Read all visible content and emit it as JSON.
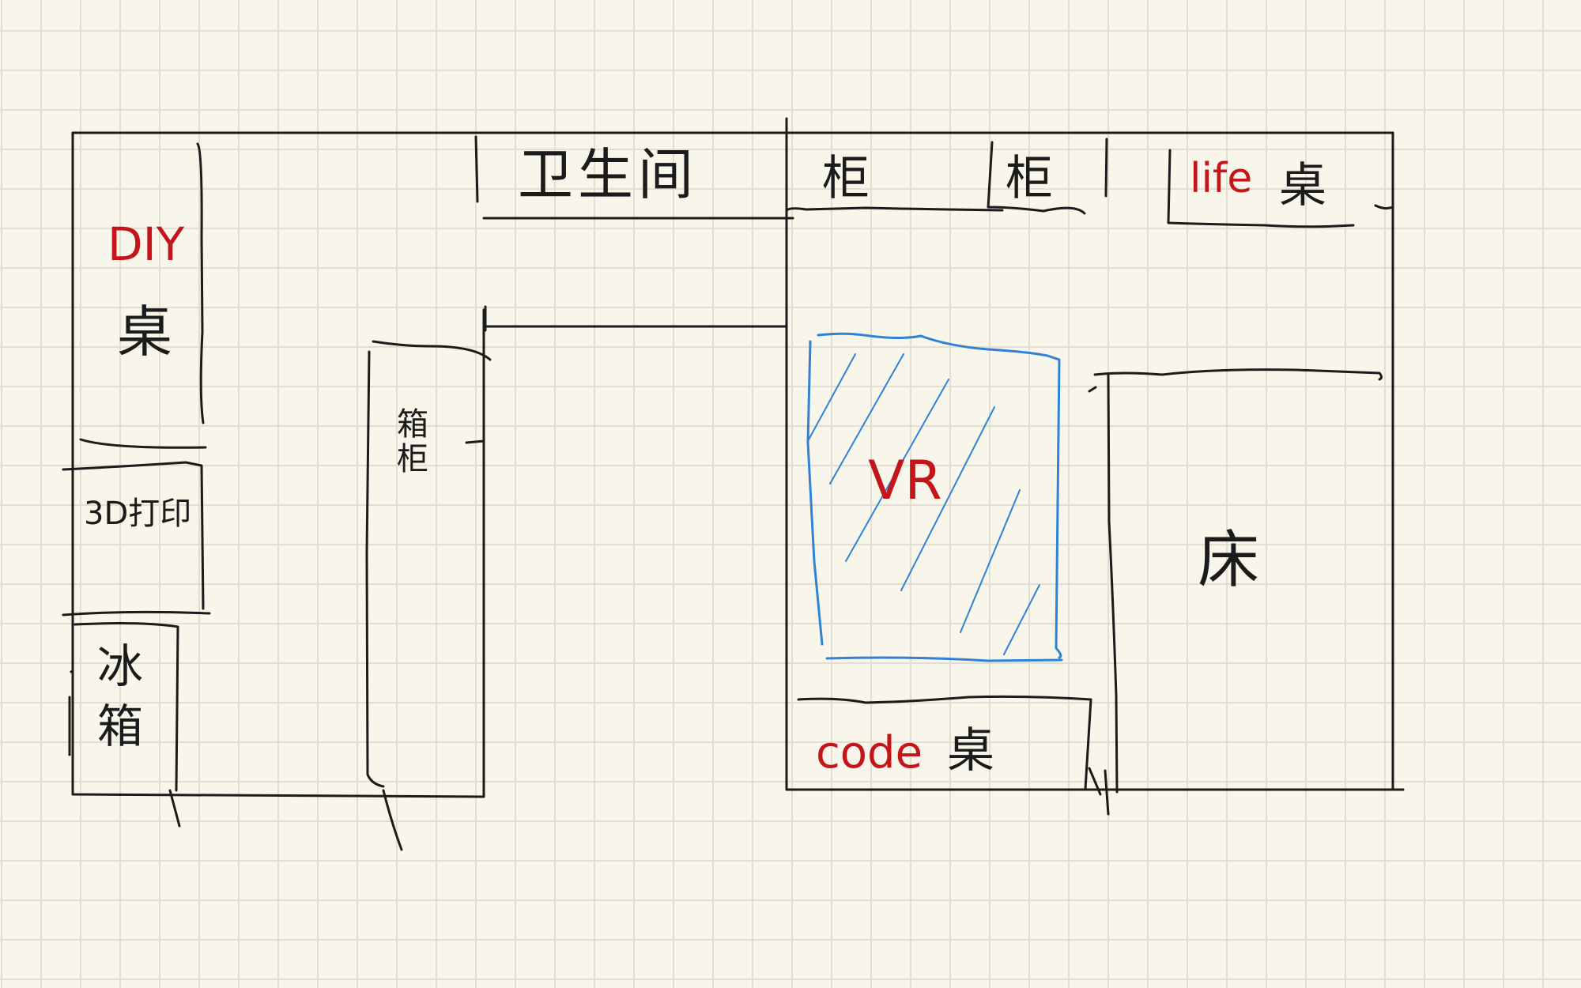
{
  "title": "Room floor plan sketch",
  "colors": {
    "paper": "#f8f5ea",
    "grid": "#e3ded2",
    "ink": "#1b1b1b",
    "accent_red": "#c4151a",
    "vr_blue": "#2f83d6"
  },
  "labels": {
    "diy_desk": {
      "en": "DIY",
      "zh": "桌"
    },
    "printer_3d": "3D打印",
    "fridge": "冰箱",
    "cabinet_tall": "箱柜",
    "bathroom": "卫生间",
    "cabinet_1": "柜",
    "cabinet_2": "柜",
    "life_desk": {
      "en": "life",
      "zh": "桌"
    },
    "vr_zone": "VR",
    "code_desk": {
      "en": "code",
      "zh": "桌"
    },
    "bed": "床"
  }
}
